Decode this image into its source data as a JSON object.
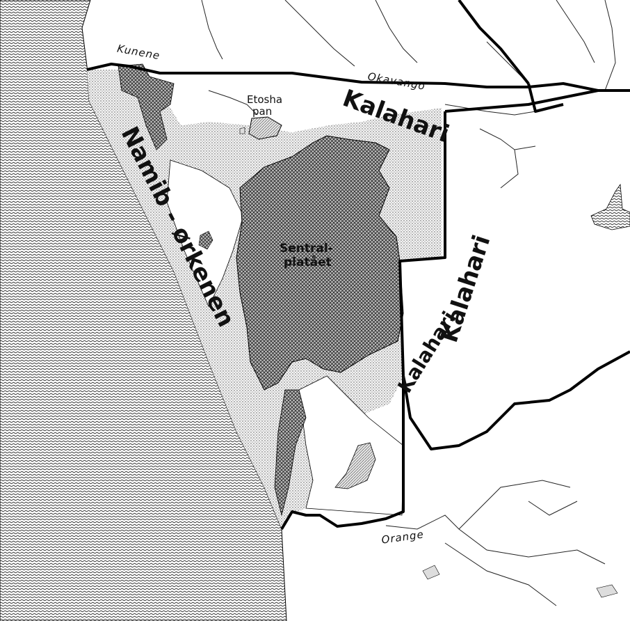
{
  "labels": {
    "kunene": "Kunene",
    "etosha_line1": "Etosha",
    "etosha_line2": "pan",
    "okavango": "Okavango",
    "kalahari_north": "Kalahari",
    "namib": "Namib - ørkenen",
    "sentral_line1": "Sentral-",
    "sentral_line2": "platået",
    "kalahari_east": "Kalahari",
    "kalahari_south": "Kalahari",
    "orange": "Orange"
  },
  "colors": {
    "ocean_hatch": "#333333",
    "namib_stipple": "#555555",
    "plateau": "#3a3a3a",
    "border": "#000000"
  }
}
